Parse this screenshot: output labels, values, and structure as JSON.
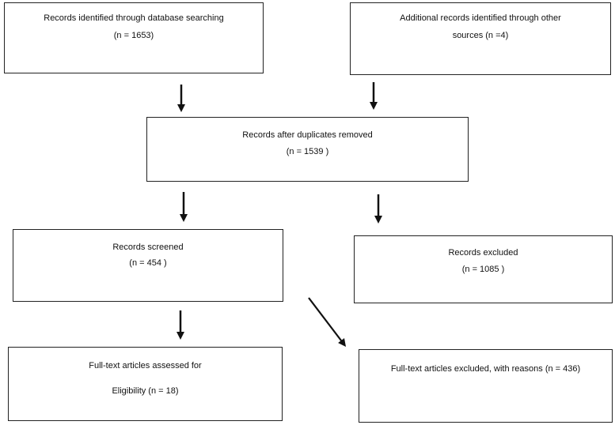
{
  "boxes": {
    "identified_db": {
      "line1": "Records identified through database searching",
      "line2": "(n = 1653)"
    },
    "identified_other": {
      "line1": "Additional records identified through other",
      "line2": "sources (n =4)"
    },
    "after_duplicates": {
      "line1": "Records after duplicates removed",
      "line2": "(n = 1539 )"
    },
    "screened": {
      "line1": "Records screened",
      "line2": "(n = 454 )"
    },
    "excluded": {
      "line1": "Records excluded",
      "line2": "(n = 1085 )"
    },
    "fulltext_assessed": {
      "line1": "Full-text articles assessed for",
      "line2": "Eligibility (n = 18)"
    },
    "fulltext_excluded": {
      "line1": "Full-text articles excluded, with reasons (n = 436)"
    }
  }
}
